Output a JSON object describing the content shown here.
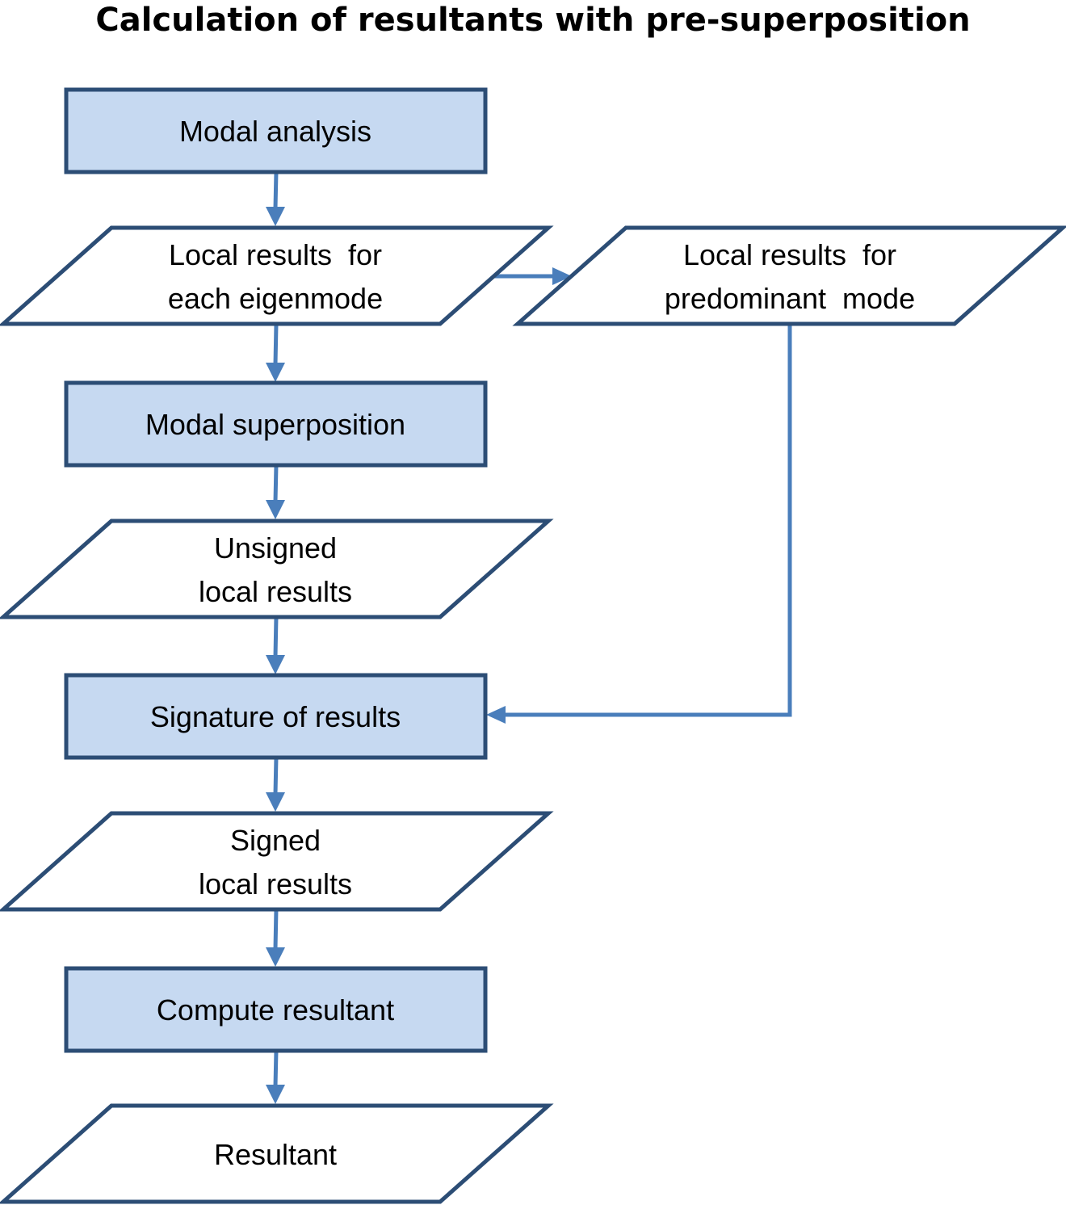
{
  "title": "Calculation of resultants with pre-superposition",
  "colors": {
    "process_fill": "#c6d9f1",
    "shape_stroke": "#2c4d75",
    "arrow": "#4a7ebb"
  },
  "nodes": {
    "modal_analysis": {
      "lines": [
        "Modal analysis"
      ]
    },
    "local_results_each": {
      "lines": [
        "Local results  for",
        "each eigenmode"
      ]
    },
    "local_results_predominant": {
      "lines": [
        "Local results  for",
        "predominant  mode"
      ]
    },
    "modal_superposition": {
      "lines": [
        "Modal superposition"
      ]
    },
    "unsigned_local_results": {
      "lines": [
        "Unsigned",
        "local results"
      ]
    },
    "signature_of_results": {
      "lines": [
        "Signature of results"
      ]
    },
    "signed_local_results": {
      "lines": [
        "Signed",
        "local results"
      ]
    },
    "compute_resultant": {
      "lines": [
        "Compute resultant"
      ]
    },
    "resultant": {
      "lines": [
        "Resultant"
      ]
    }
  }
}
